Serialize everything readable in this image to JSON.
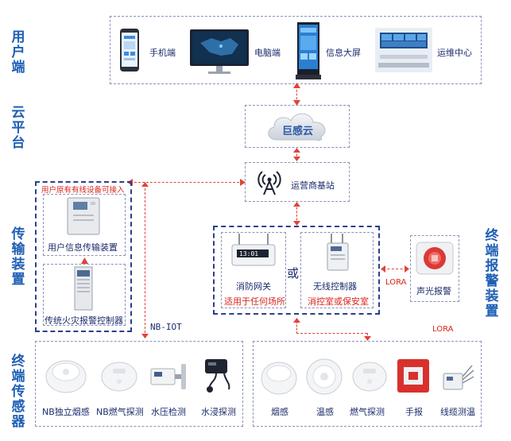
{
  "section_labels": {
    "user": "用户端",
    "cloud": "云平台",
    "transmission": "传输装置",
    "terminal_alarm": "终端报警装置",
    "terminal_sensor": "终端传感器"
  },
  "user_end": {
    "phone": "手机端",
    "pc": "电脑端",
    "screen": "信息大屏",
    "ops": "运维中心"
  },
  "cloud": {
    "name": "巨感云"
  },
  "base_station": {
    "label": "运营商基站"
  },
  "transmission": {
    "note": "用户原有有线设备可接入",
    "device1": "用户信息传输装置",
    "device2": "传统火灾报警控制器"
  },
  "gateway": {
    "name": "消防网关",
    "sub": "适用于任何场所",
    "or": "或",
    "controller": "无线控制器",
    "controller_sub": "消控室或保安室"
  },
  "alarm": {
    "label": "声光报警"
  },
  "links": {
    "nb_iot": "NB-IOT",
    "lora_side": "LORA",
    "lora_bottom": "LORA"
  },
  "sensors_nb": [
    "NB独立烟感",
    "NB燃气探测",
    "水压检测",
    "水浸探测"
  ],
  "sensors_lora": [
    "烟感",
    "温感",
    "燃气探测",
    "手报",
    "线缆测温"
  ]
}
